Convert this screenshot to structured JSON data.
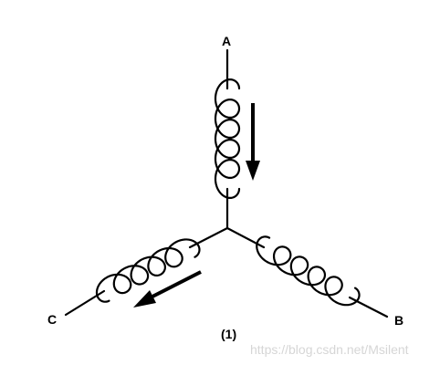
{
  "diagram": {
    "terminals": [
      {
        "id": "A",
        "label": "A"
      },
      {
        "id": "B",
        "label": "B"
      },
      {
        "id": "C",
        "label": "C"
      }
    ],
    "caption": "(1)",
    "watermark": "https://blog.csdn.net/Msilent",
    "color": "#000000",
    "watermark_color": "#d6d6d6",
    "coil_turns": 5
  }
}
